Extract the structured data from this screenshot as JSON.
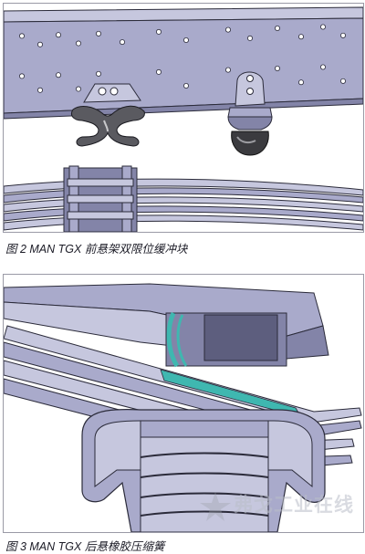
{
  "figures": [
    {
      "caption": "图 2   MAN TGX 前悬架双限位缓冲块"
    },
    {
      "caption": "图 3   MAN TGX 后悬橡胶压缩簧",
      "watermark": "弗戈工业在线"
    }
  ],
  "colors": {
    "steel": "#a9aacb",
    "steel_light": "#c6c7de",
    "steel_dark": "#8384a8",
    "rubber": "#3b3b3f",
    "teal": "#3fb7b0",
    "outline": "#2b2b3a"
  }
}
